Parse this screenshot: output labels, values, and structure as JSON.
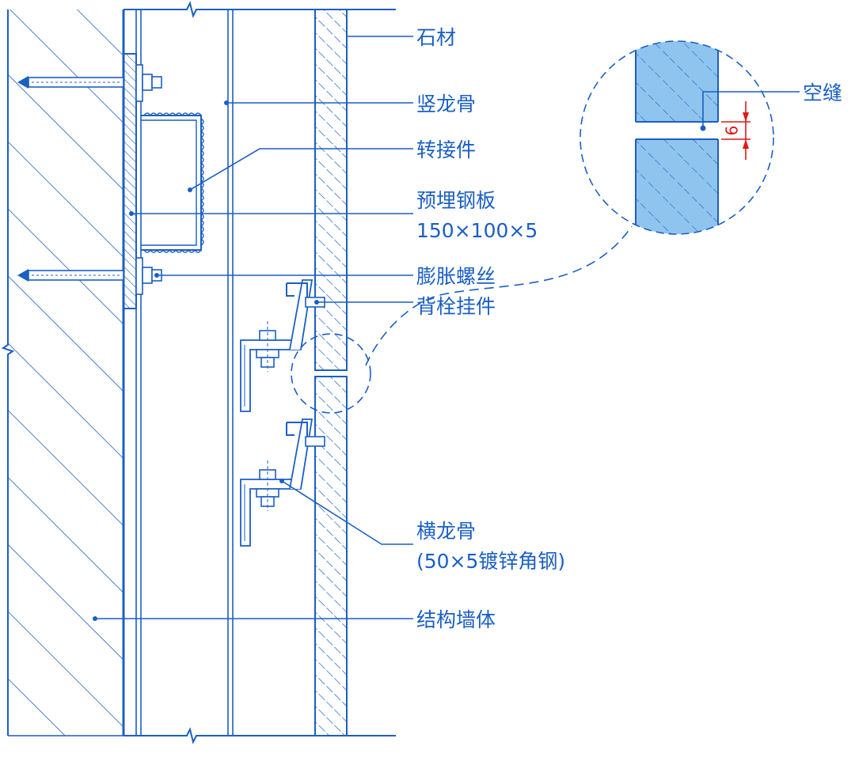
{
  "colors": {
    "line": "#1b5fc4",
    "stone_fill": "#ffffff",
    "detail_fill": "#8fc4ee",
    "dimension": "#e01818"
  },
  "labels": {
    "stone": "石材",
    "vertical_keel": "竖龙骨",
    "adapter": "转接件",
    "embedded_plate_line1": "预埋钢板",
    "embedded_plate_line2": "150×100×5",
    "expansion_bolt": "膨胀螺丝",
    "back_bolt_hanger": "背栓挂件",
    "horizontal_keel_line1": "横龙骨",
    "horizontal_keel_line2": "(50×5镀锌角钢)",
    "structural_wall": "结构墙体",
    "joint": "空缝"
  },
  "dimensions": {
    "joint_gap": "6"
  }
}
